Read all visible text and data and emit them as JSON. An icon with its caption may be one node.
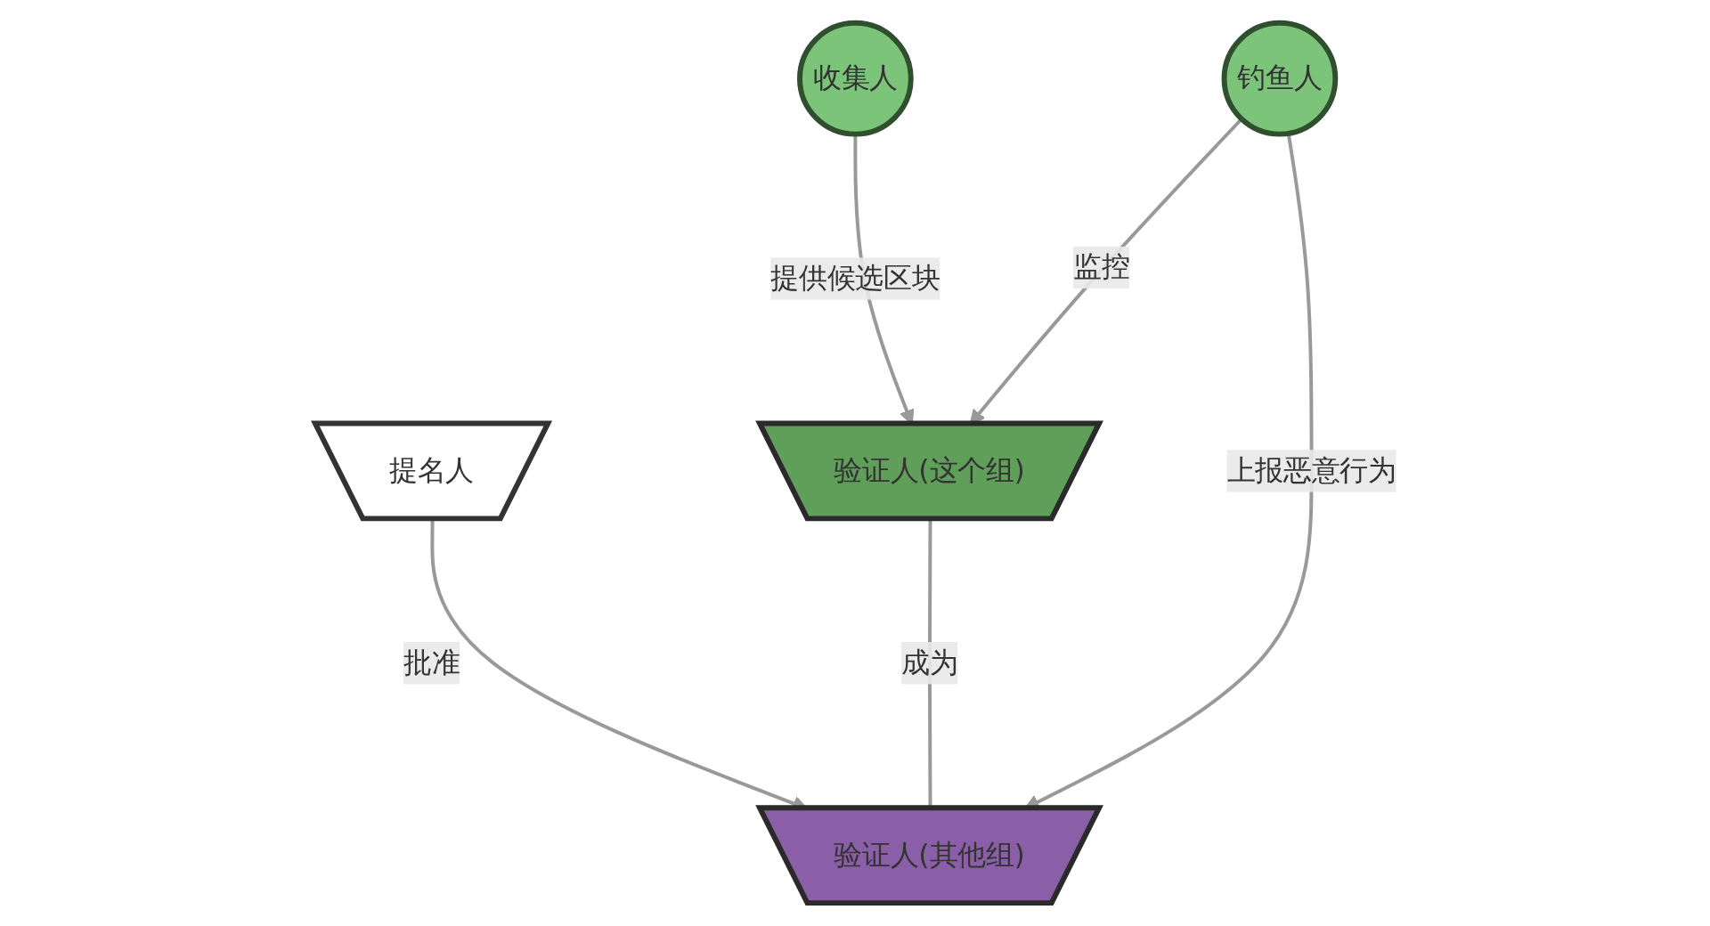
{
  "diagram": {
    "nodes": [
      {
        "text": [
          "收集人"
        ]
      },
      {
        "text": [
          "钓鱼人"
        ]
      },
      {
        "text": [
          "提名人"
        ]
      },
      {
        "text": [
          "验证人(这个组)"
        ]
      },
      {
        "text": [
          "验证人(其他组)"
        ]
      }
    ],
    "edges": [
      {
        "from": 0,
        "to": 3,
        "arrow": "to",
        "label": "提供候选区块"
      },
      {
        "from": 1,
        "to": 3,
        "arrow": "to",
        "label": "监控"
      },
      {
        "from": 1,
        "to": 4,
        "arrow": "to",
        "label": "上报恶意行为"
      },
      {
        "from": 2,
        "to": 4,
        "arrow": "to",
        "label": "批准"
      },
      {
        "from": 3,
        "to": 4,
        "arrow": "none",
        "label": "成为"
      }
    ]
  }
}
